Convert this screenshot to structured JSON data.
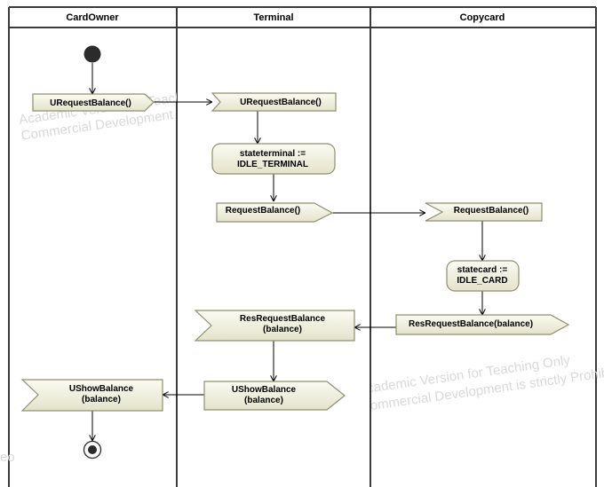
{
  "lanes": [
    "CardOwner",
    "Terminal",
    "Copycard"
  ],
  "nodes": {
    "send_urequest": "URequestBalance()",
    "recv_urequest": "URequestBalance()",
    "action_terminal_line1": "stateterminal :=",
    "action_terminal_line2": "IDLE_TERMINAL",
    "send_request": "RequestBalance()",
    "recv_request": "RequestBalance()",
    "action_card_line1": "statecard :=",
    "action_card_line2": "IDLE_CARD",
    "send_res": "ResRequestBalance(balance)",
    "recv_res_line1": "ResRequestBalance",
    "recv_res_line2": "(balance)",
    "send_ushow_line1": "UShowBalance",
    "send_ushow_line2": "(balance)",
    "recv_ushow_line1": "UShowBalance",
    "recv_ushow_line2": "(balance)"
  },
  "watermarks": {
    "a_line1": "Academic Version for Teaching Only",
    "a_line2": "Commercial Development is strictly Prohibited",
    "b_line1": "Academic Version for Teaching Only",
    "b_line2": "Commercial Development is strictly Prohibited",
    "c_fragment": "eo"
  },
  "colors": {
    "node_fill": "#f4f4e6",
    "node_stroke": "#8f8f6f",
    "line": "#000000",
    "border": "#3a3a3a",
    "watermark": "#d9d9d9"
  }
}
